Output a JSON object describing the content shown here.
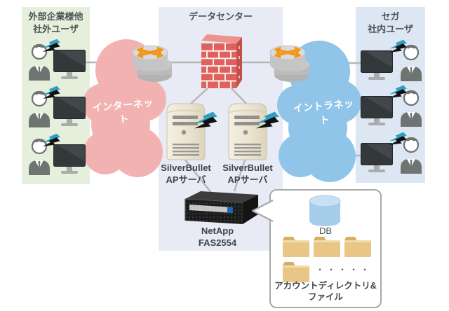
{
  "panels": {
    "external": {
      "title_line1": "外部企業様他",
      "title_line2": "社外ユーザ"
    },
    "datacenter": {
      "title": "データセンター"
    },
    "internal": {
      "title_line1": "セガ",
      "title_line2": "社内ユーザ"
    }
  },
  "clouds": {
    "internet": {
      "label": "インターネット",
      "color": "#f3b2b2"
    },
    "intranet": {
      "label": "イントラネット",
      "color": "#90c4e9"
    }
  },
  "servers": {
    "left": {
      "line1": "SilverBullet",
      "line2": "APサーバ"
    },
    "right": {
      "line1": "SilverBullet",
      "line2": "APサーバ"
    }
  },
  "storage": {
    "line1": "NetApp",
    "line2": "FAS2554"
  },
  "callout": {
    "db_label": "DB",
    "dots": "・・・・・",
    "caption_line1": "アカウントディレクトリ&",
    "caption_line2": "ファイル"
  },
  "counts": {
    "external_workstations": 3,
    "internal_workstations": 3,
    "ap_servers": 2,
    "folders_shown": 4
  },
  "icons": {
    "router": "router-crossed-arrows-icon",
    "firewall": "brick-wall-icon",
    "server": "tower-server-icon",
    "storage": "rack-storage-icon",
    "user": "business-user-icon",
    "monitor": "desktop-monitor-icon",
    "bolt": "lightning-bolt-icon",
    "db": "database-cylinder-icon",
    "folder": "folder-icon"
  },
  "colors": {
    "panel_external": "#e6efdb",
    "panel_datacenter": "#e8ebf5",
    "panel_internal": "#dce7f3",
    "cloud_internet": "#f3b2b2",
    "cloud_intranet": "#90c4e9",
    "router_arrow": "#f2971a",
    "firewall_brick": "#e0605d",
    "bolt_teal": "#2f9fc4",
    "folder": "#e8c786",
    "db_cylinder": "#a6cdea",
    "connection_line": "#b6b6b6"
  }
}
